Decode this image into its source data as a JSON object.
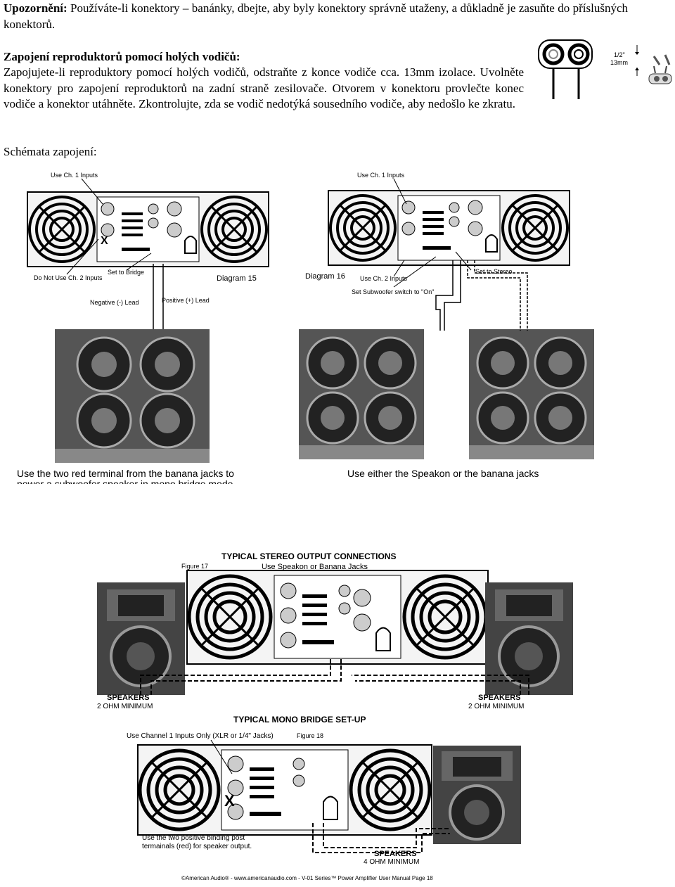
{
  "warning": {
    "label": "Upozornění:",
    "text": " Používáte-li konektory – banánky, dbejte, aby byly konektory správně utaženy, a důkladně je zasuňte do příslušných konektorů."
  },
  "wiring": {
    "heading": "Zapojení reproduktorů pomocí holých vodičů:",
    "body": "Zapojujete-li reproduktory pomocí holých vodičů, odstraňte z konce vodiče cca. 13mm izolace. Uvolněte konektory pro zapojení reproduktorů na zadní straně zesilovače. Otvorem v konektoru provlečte konec vodiče a konektor utáhněte. Zkontrolujte, zda se vodič nedotýká sousedního vodiče, aby nedošlo ke zkratu.",
    "strip_label_in": "1/2\"",
    "strip_label_mm": "13mm"
  },
  "schemes_heading": "Schémata zapojení:",
  "diagram15": {
    "title": "Diagram 15",
    "use_ch1": "Use Ch. 1 Inputs",
    "no_ch2": "Do Not Use Ch. 2 Inputs",
    "set_bridge": "Set to Bridge",
    "negative": "Negative (-) Lead",
    "positive": "Positive (+) Lead",
    "caption_line1": "Use the two red terminal from the banana jacks to",
    "caption_line2": "power a subwoofer speaker in mono bridge mode"
  },
  "diagram16": {
    "title": "Diagram 16",
    "use_ch1": "Use Ch. 1 Inputs",
    "use_ch2": "Use Ch. 2 Inputs",
    "set_stereo": "Set to Stereo",
    "sub_switch": "Set Subwoofer switch to \"On\"",
    "caption": "Use either the Speakon or the banana jacks"
  },
  "figure17": {
    "title": "TYPICAL STEREO OUTPUT CONNECTIONS",
    "subtitle": "Use Speakon or Banana Jacks",
    "fig_label": "Figure 17",
    "speakers_left": "SPEAKERS",
    "min_left": "2 OHM MINIMUM",
    "speakers_right": "SPEAKERS",
    "min_right": "2 OHM MINIMUM"
  },
  "figure18": {
    "title": "TYPICAL MONO BRIDGE SET-UP",
    "inputs_note": "Use Channel 1 Inputs Only (XLR or 1/4\" Jacks)",
    "fig_label": "Figure 18",
    "binding_line1": "Use the two positive binding post",
    "binding_line2": "termainals (red) for speaker output.",
    "speakers": "SPEAKERS",
    "min": "4 OHM MINIMUM"
  },
  "footer": "©American Audio® - www.americanaudio.com - V-01 Series™ Power Amplifier User Manual Page 18"
}
